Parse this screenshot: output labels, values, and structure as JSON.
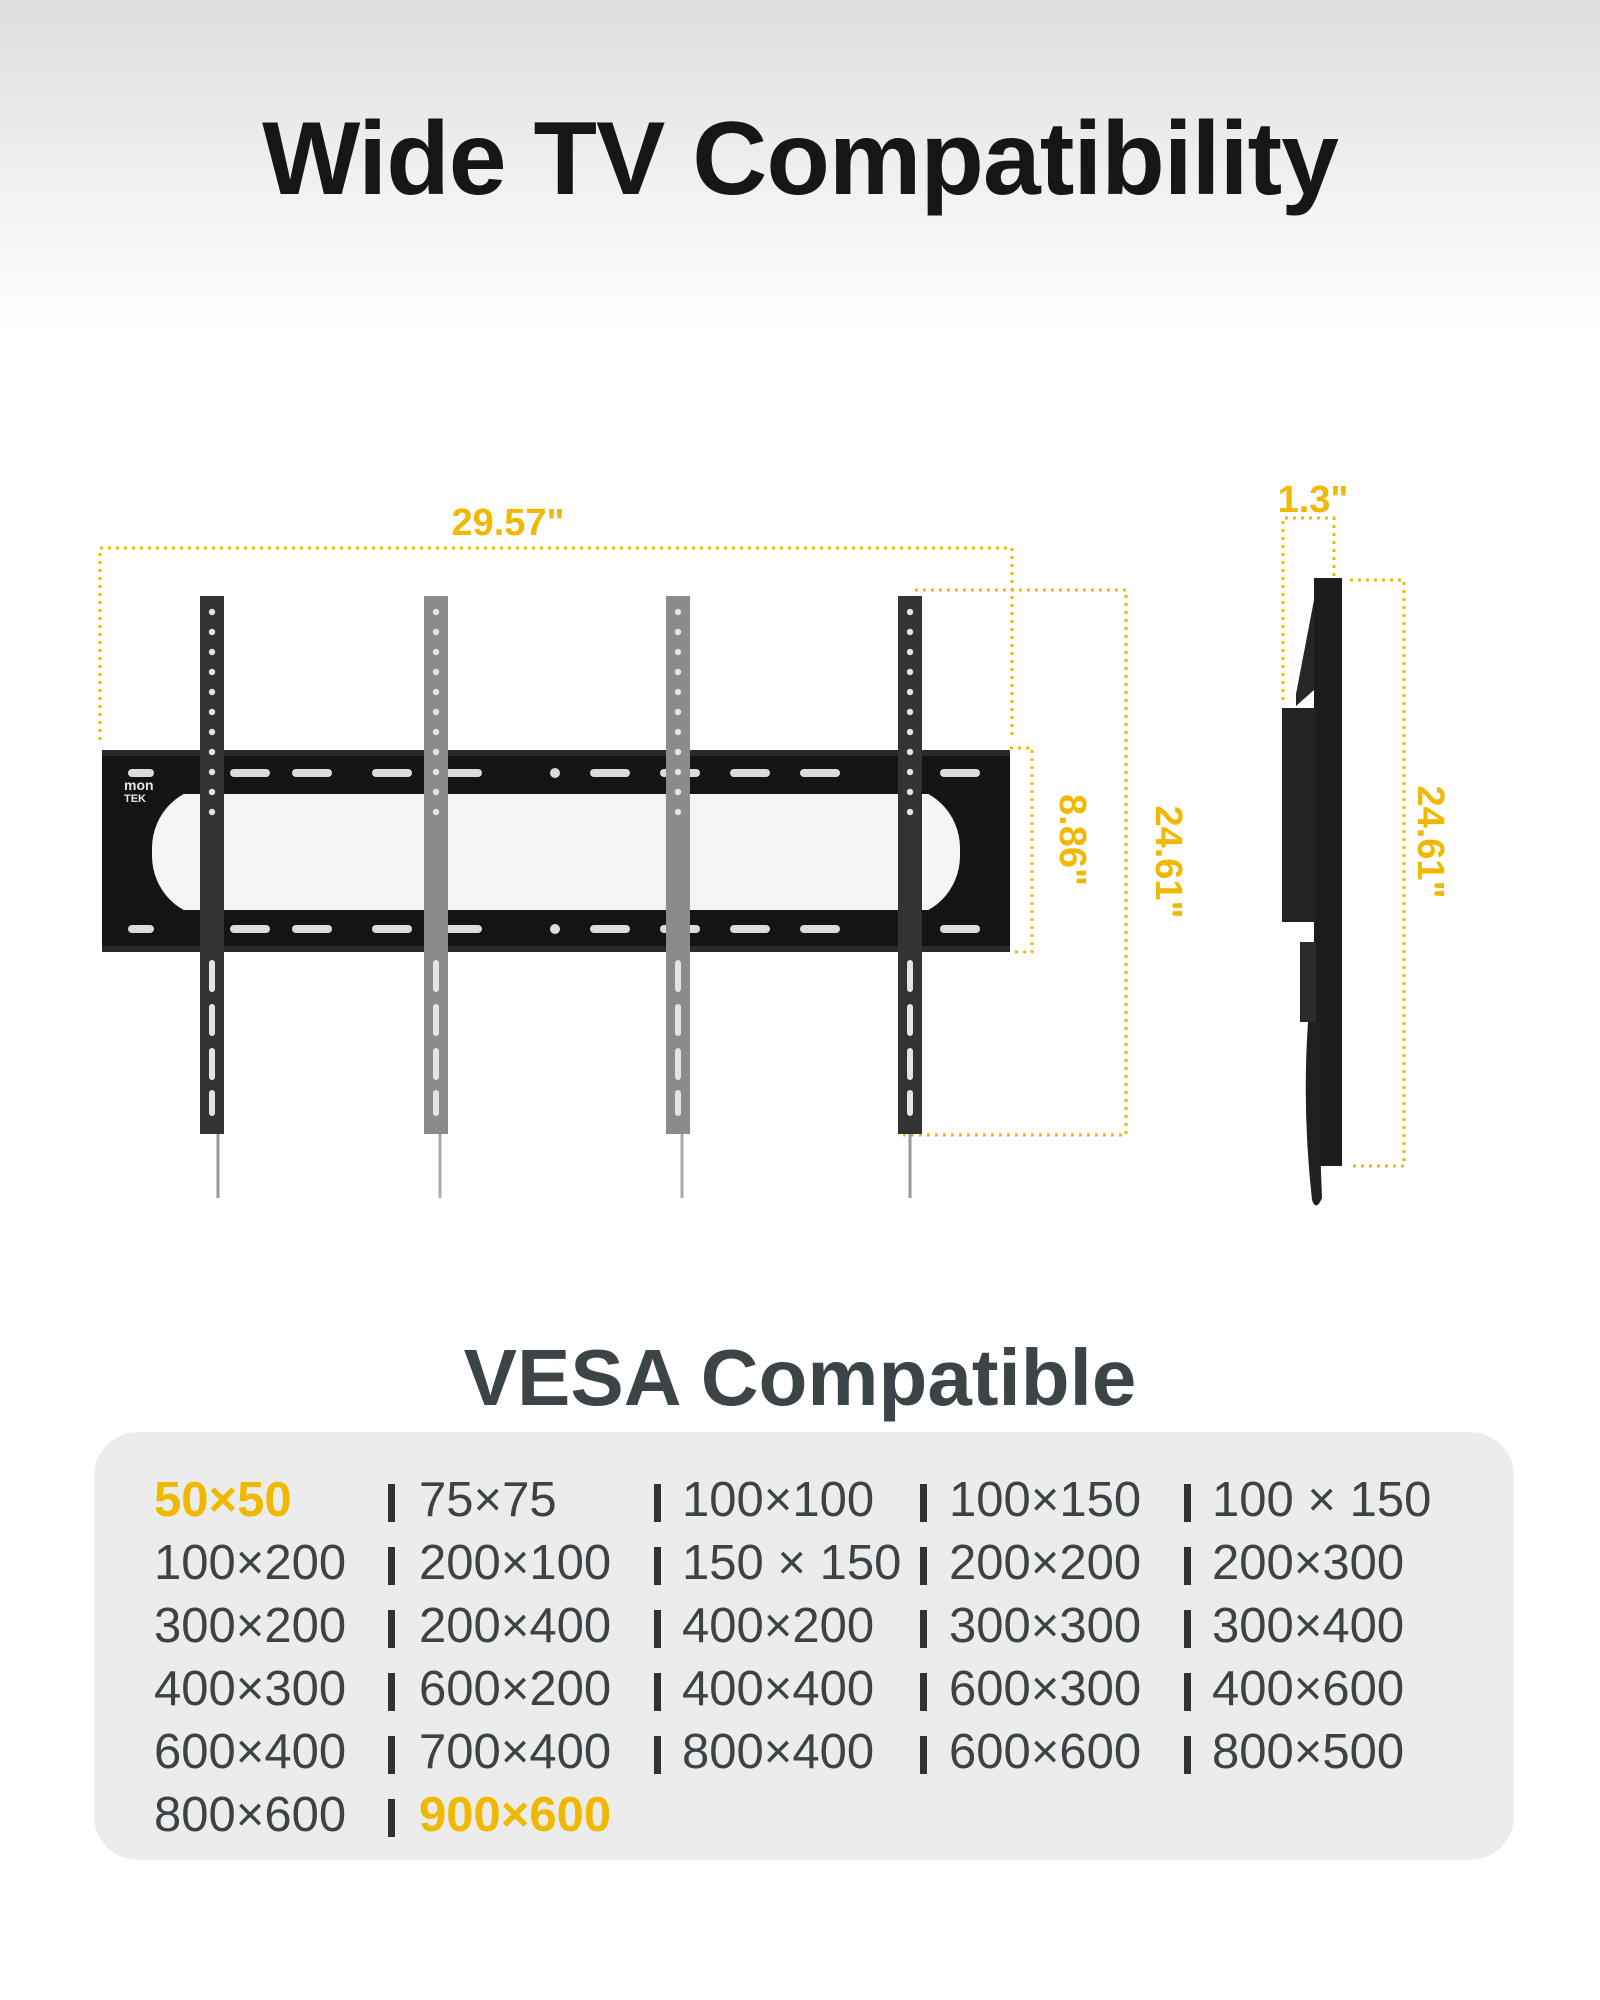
{
  "title": "Wide TV Compatibility",
  "dimensions": {
    "width": "29.57\"",
    "arm_height": "24.61\"",
    "rail_height": "8.86\"",
    "side_height": "24.61\"",
    "depth": "1.3\""
  },
  "brand_logo": {
    "line1": "mon",
    "line2": "TEK"
  },
  "colors": {
    "accent": "#f1b800",
    "text_dark": "#161616",
    "text_gray": "#3b4347",
    "panel_bg": "#ececec"
  },
  "vesa": {
    "title": "VESA Compatible",
    "rows": [
      [
        "50×50",
        "75×75",
        "100×100",
        "100×150",
        "100 × 150"
      ],
      [
        "100×200",
        "200×100",
        "150 × 150",
        "200×200",
        "200×300"
      ],
      [
        "300×200",
        "200×400",
        "400×200",
        "300×300",
        "300×400"
      ],
      [
        "400×300",
        "600×200",
        "400×400",
        "600×300",
        "400×600"
      ],
      [
        "600×400",
        "700×400",
        "800×400",
        "600×600",
        "800×500"
      ],
      [
        "800×600",
        "900×600"
      ]
    ],
    "highlighted": [
      "50×50",
      "900×600"
    ]
  }
}
